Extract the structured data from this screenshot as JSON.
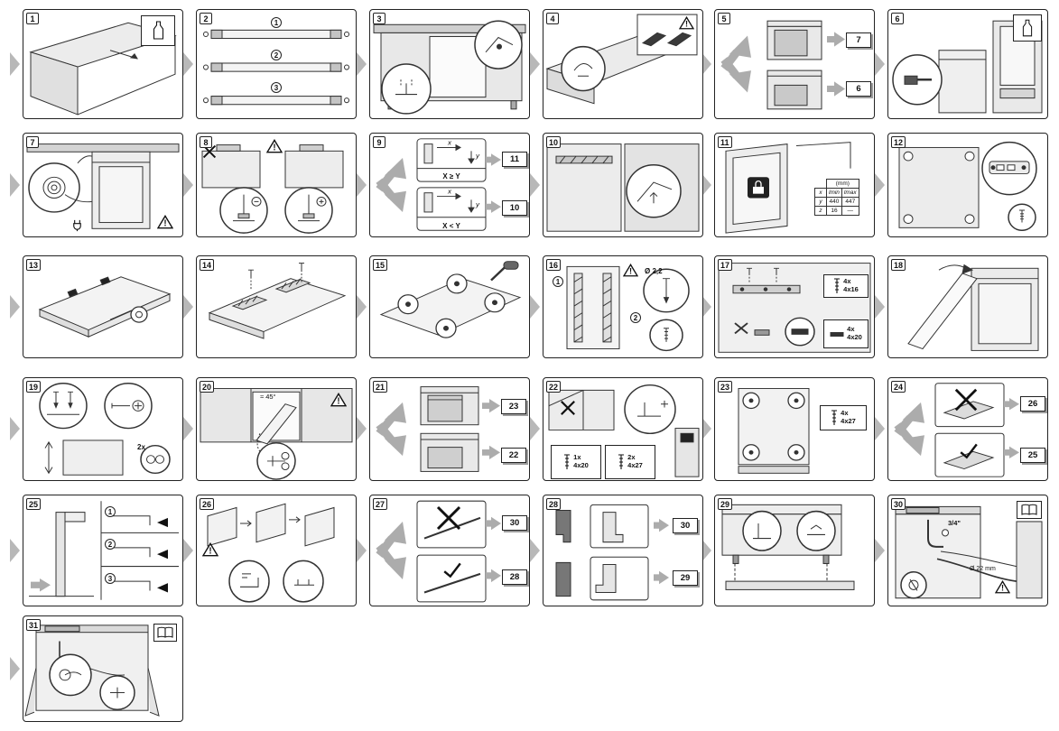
{
  "doc": {
    "kind": "dishwasher installation instruction sheet"
  },
  "colors": {
    "panel_border": "#222222",
    "fill_light": "#ececec",
    "fill_mid": "#cfcfcf",
    "fill_dark": "#3a3a3a",
    "arrow_gray": "#acacac"
  },
  "panels": {
    "p1": {
      "num": "1"
    },
    "p2": {
      "num": "2",
      "sub1": "1",
      "sub2": "2",
      "sub3": "3"
    },
    "p3": {
      "num": "3"
    },
    "p4": {
      "num": "4"
    },
    "p5": {
      "num": "5",
      "ref_top": "7",
      "ref_bottom": "6"
    },
    "p6": {
      "num": "6"
    },
    "p7": {
      "num": "7"
    },
    "p8": {
      "num": "8"
    },
    "p9": {
      "num": "9",
      "cond_top": "X ≥ Y",
      "cond_bottom": "X < Y",
      "x": "x",
      "y": "y",
      "ref_top": "11",
      "ref_bottom": "10"
    },
    "p10": {
      "num": "10"
    },
    "p11": {
      "num": "11",
      "table": {
        "title": "(mm)",
        "r1c0": "x",
        "r1c1": "lmin",
        "r1c2": "lmax",
        "r2c0": "y",
        "r2c1": "440",
        "r2c2": "447",
        "r3c0": "z",
        "r3c1": "16",
        "r3c2": "—"
      }
    },
    "p12": {
      "num": "12"
    },
    "p13": {
      "num": "13"
    },
    "p14": {
      "num": "14"
    },
    "p15": {
      "num": "15"
    },
    "p16": {
      "num": "16",
      "sub1": "1",
      "sub2": "2",
      "drill": "Ø 2,2"
    },
    "p17": {
      "num": "17",
      "qty1": "4x",
      "size1": "4x16",
      "qty2": "4x",
      "size2": "4x20"
    },
    "p18": {
      "num": "18"
    },
    "p19": {
      "num": "19",
      "qty": "2x"
    },
    "p20": {
      "num": "20",
      "angle": "≈ 45°"
    },
    "p21": {
      "num": "21",
      "ref_top": "23",
      "ref_bottom": "22"
    },
    "p22": {
      "num": "22",
      "qty1": "1x",
      "size1": "4x20",
      "qty2": "2x",
      "size2": "4x27"
    },
    "p23": {
      "num": "23",
      "qty": "4x",
      "size": "4x27"
    },
    "p24": {
      "num": "24",
      "ref_top": "26",
      "ref_bottom": "25"
    },
    "p25": {
      "num": "25",
      "sub1": "1",
      "sub2": "2",
      "sub3": "3"
    },
    "p26": {
      "num": "26"
    },
    "p27": {
      "num": "27",
      "ref_top": "30",
      "ref_bottom": "28"
    },
    "p28": {
      "num": "28",
      "ref_top": "30",
      "ref_bottom": "29"
    },
    "p29": {
      "num": "29"
    },
    "p30": {
      "num": "30",
      "tap": "3/4\"",
      "hose": "Ø 22 mm"
    },
    "p31": {
      "num": "31"
    }
  }
}
